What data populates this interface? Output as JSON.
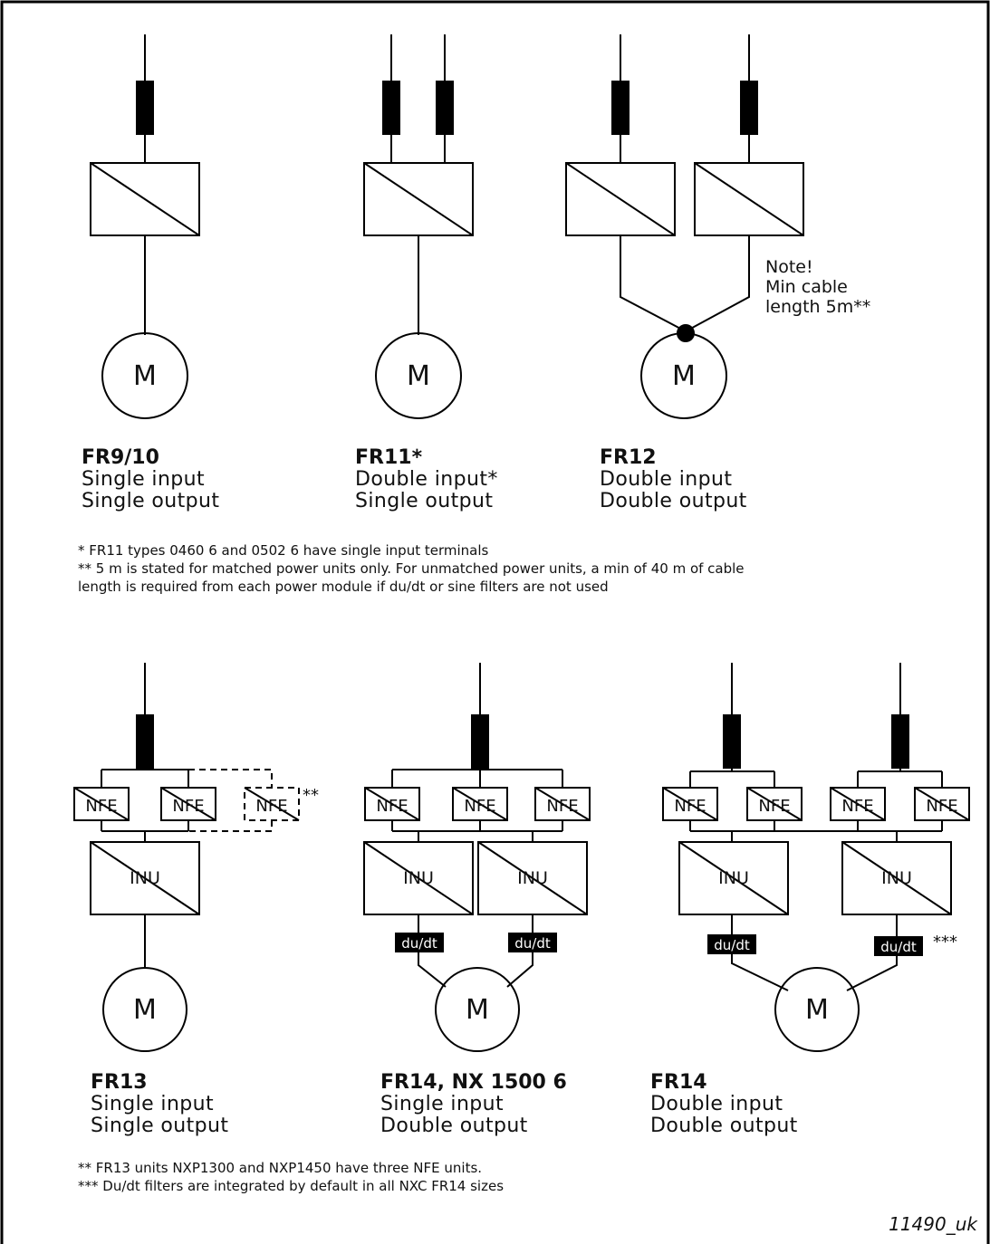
{
  "top_row": [
    {
      "title": "FR9/10",
      "line1": "Single input",
      "line2": "Single output"
    },
    {
      "title": "FR11*",
      "line1": "Double input*",
      "line2": "Single output"
    },
    {
      "title": "FR12",
      "line1": "Double input",
      "line2": "Double output"
    }
  ],
  "fr12_note": [
    "Note!",
    "Min cable",
    "length 5m**"
  ],
  "motor_label": "M",
  "footnotes_top": [
    "* FR11 types 0460 6 and 0502 6 have single input terminals",
    "** 5 m is stated for matched power units only. For unmatched power units, a min of 40 m of cable",
    "length is required from each power module if du/dt or sine filters are not used"
  ],
  "bottom_row": [
    {
      "title": "FR13",
      "line1": "Single input",
      "line2": "Single output"
    },
    {
      "title": "FR14, NX 1500 6",
      "line1": "Single input",
      "line2": "Double output"
    },
    {
      "title": "FR14",
      "line1": "Double input",
      "line2": "Double output"
    }
  ],
  "nfe_label": "NFE",
  "inu_label": "INU",
  "dudt_label": "du/dt",
  "nfe_optional_mark": "**",
  "dudt_mark": "***",
  "footnotes_bottom": [
    "** FR13 units NXP1300 and NXP1450 have three NFE units.",
    "*** Du/dt filters are integrated by default in all NXC FR14 sizes"
  ],
  "figure_id": "11490_uk"
}
